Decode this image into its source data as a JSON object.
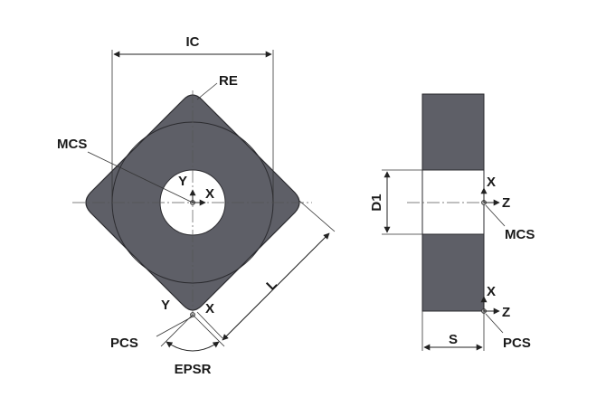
{
  "colors": {
    "insert_fill": "#5e5f67",
    "insert_stroke": "#2b2b2f",
    "hole_fill": "#ffffff",
    "line": "#222222"
  },
  "labels": {
    "ic": "IC",
    "re": "RE",
    "mcs_top": "MCS",
    "y_center": "Y",
    "x_center": "X",
    "y_bottom": "Y",
    "x_bottom": "X",
    "pcs_bottom": "PCS",
    "epsr": "EPSR",
    "l": "L",
    "d1": "D1",
    "x_side_top": "X",
    "z_side_top": "Z",
    "mcs_side": "MCS",
    "x_side_bottom": "X",
    "z_side_bottom": "Z",
    "s": "S",
    "pcs_side": "PCS"
  }
}
